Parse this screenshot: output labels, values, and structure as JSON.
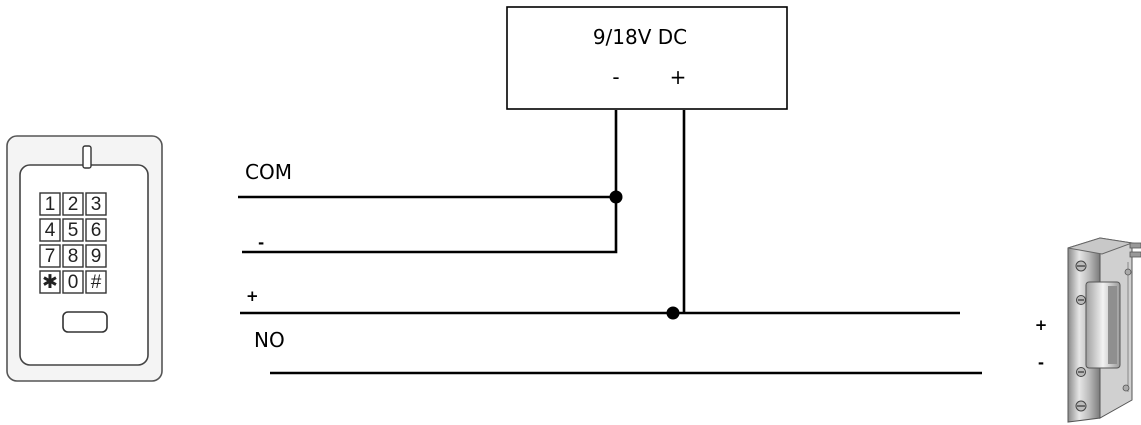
{
  "power_supply": {
    "label": "9/18V DC",
    "minus": "-",
    "plus": "+"
  },
  "wires": {
    "com": "COM",
    "minus": "-",
    "plus": "+",
    "no": "NO"
  },
  "keypad": {
    "keys": [
      "1",
      "2",
      "3",
      "4",
      "5",
      "6",
      "7",
      "8",
      "9",
      "✱",
      "0",
      "#"
    ]
  },
  "lock": {
    "plus": "+",
    "minus": "-"
  }
}
